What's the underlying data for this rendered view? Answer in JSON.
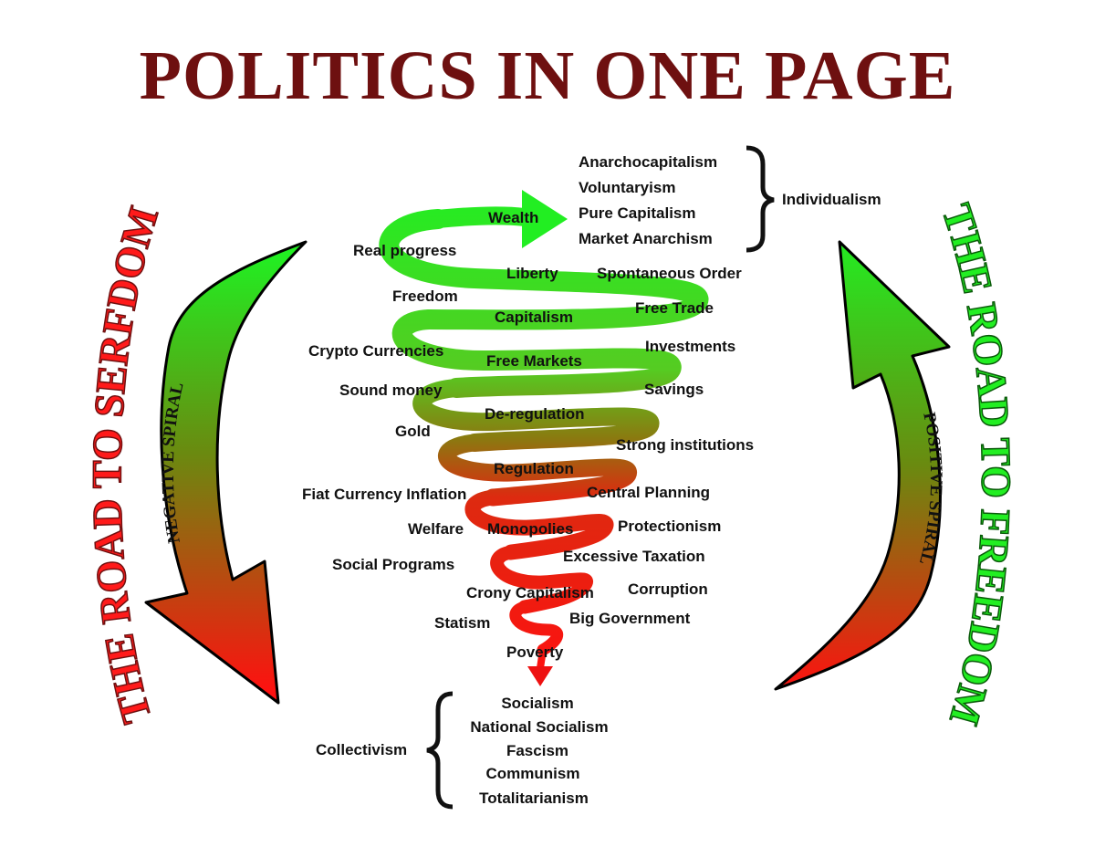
{
  "title": "POLITICS IN ONE PAGE",
  "road_to_serfdom": "THE ROAD TO SERFDOM",
  "road_to_freedom": "THE ROAD TO FREEDOM",
  "negative_spiral": "NEGATIVE SPIRAL",
  "positive_spiral": "POSITIVE SPIRAL",
  "individualism": {
    "label": "Individualism",
    "items": [
      "Anarchocapitalism",
      "Voluntaryism",
      "Pure Capitalism",
      "Market Anarchism"
    ]
  },
  "collectivism": {
    "label": "Collectivism",
    "items": [
      "Socialism",
      "National Socialism",
      "Fascism",
      "Communism",
      "Totalitarianism"
    ]
  },
  "spiral_labels": {
    "wealth": "Wealth",
    "real_progress": "Real progress",
    "liberty": "Liberty",
    "spontaneous_order": "Spontaneous Order",
    "freedom": "Freedom",
    "free_trade": "Free Trade",
    "capitalism": "Capitalism",
    "crypto_currencies": "Crypto Currencies",
    "investments": "Investments",
    "free_markets": "Free Markets",
    "sound_money": "Sound money",
    "savings": "Savings",
    "de_regulation": "De-regulation",
    "gold": "Gold",
    "strong_institutions": "Strong institutions",
    "regulation": "Regulation",
    "fiat_currency_inflation": "Fiat Currency Inflation",
    "central_planning": "Central Planning",
    "welfare": "Welfare",
    "monopolies": "Monopolies",
    "protectionism": "Protectionism",
    "excessive_taxation": "Excessive Taxation",
    "social_programs": "Social Programs",
    "crony_capitalism": "Crony Capitalism",
    "corruption": "Corruption",
    "big_government": "Big Government",
    "statism": "Statism",
    "poverty": "Poverty"
  },
  "colors": {
    "title": "#6e1010",
    "green": "#22ee22",
    "red": "#ee1111",
    "olive": "#8a7a10"
  }
}
